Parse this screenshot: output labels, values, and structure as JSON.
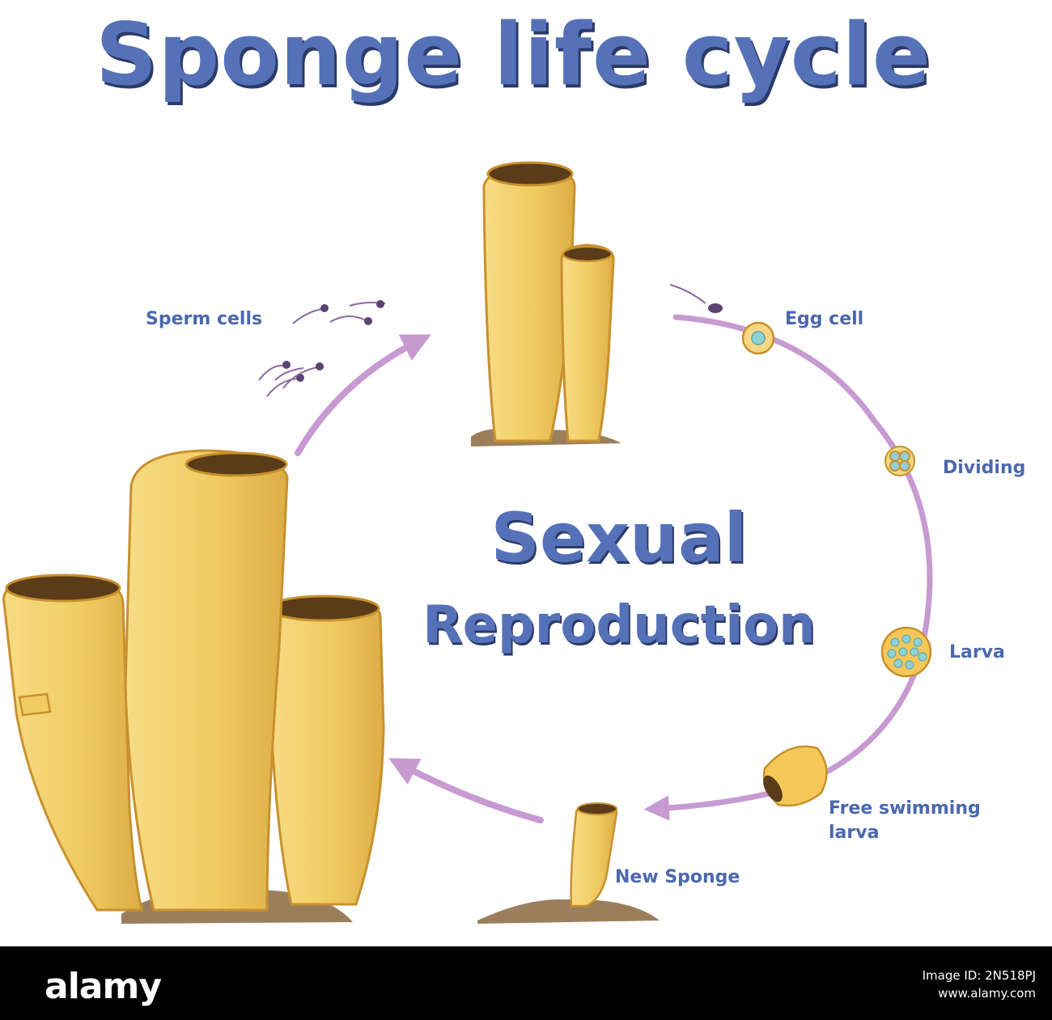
{
  "title": "Sponge life cycle",
  "center_title": {
    "line1": "Sexual",
    "line2": "Reproduction"
  },
  "labels": {
    "sperm_cells": "Sperm cells",
    "egg_cell": "Egg cell",
    "dividing": "Dividing",
    "larva": "Larva",
    "free_swimming_larva": {
      "line1": "Free swimming",
      "line2": "larva"
    },
    "new_sponge": "New Sponge"
  },
  "footer": {
    "logo": "alamy",
    "line1": "Image ID: 2N518PJ",
    "line2": "www.alamy.com"
  },
  "colors": {
    "title_blue": "#5572b9",
    "label_blue": "#4b68ad",
    "cycle_arrow": "#c79ad2",
    "sponge_yellow": "#f1cf6a",
    "sponge_outline": "#c8902e",
    "soil": "#9b7f5d"
  }
}
